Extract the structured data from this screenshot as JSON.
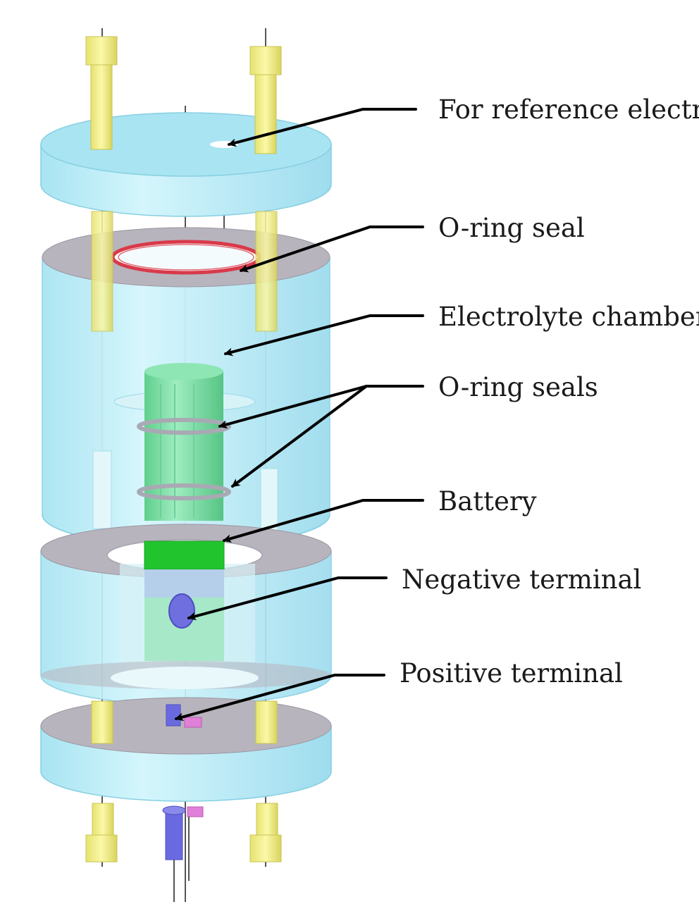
{
  "colors": {
    "background": "#ffffff",
    "housing": "#bfeef8",
    "housing_top": "#a9e6f4",
    "housing_edge": "#8fd3e8",
    "flange_face": "#b8b4bd",
    "bolt": "#f4f08a",
    "bolt_shadow": "#d6d262",
    "battery_green": "#7fdfa8",
    "battery_band": "#22c42e",
    "oring": "#d83a4a",
    "oring_grey": "#b9b9c2",
    "negative_terminal": "#6f6fe0",
    "positive_terminal": "#6a6ae0",
    "positive_tab": "#e080d8",
    "arrow": "#000000",
    "rod": "#555555"
  },
  "icons": [
    "hex-bolt-icon",
    "callout-arrow-icon"
  ],
  "labels": {
    "reference_electrode": "For reference electrode",
    "oring_seal": "O-ring seal",
    "electrolyte_chamber": "Electrolyte chamber",
    "oring_seals": "O-ring seals",
    "battery": "Battery",
    "negative_terminal": "Negative terminal",
    "positive_terminal": "Positive terminal"
  }
}
